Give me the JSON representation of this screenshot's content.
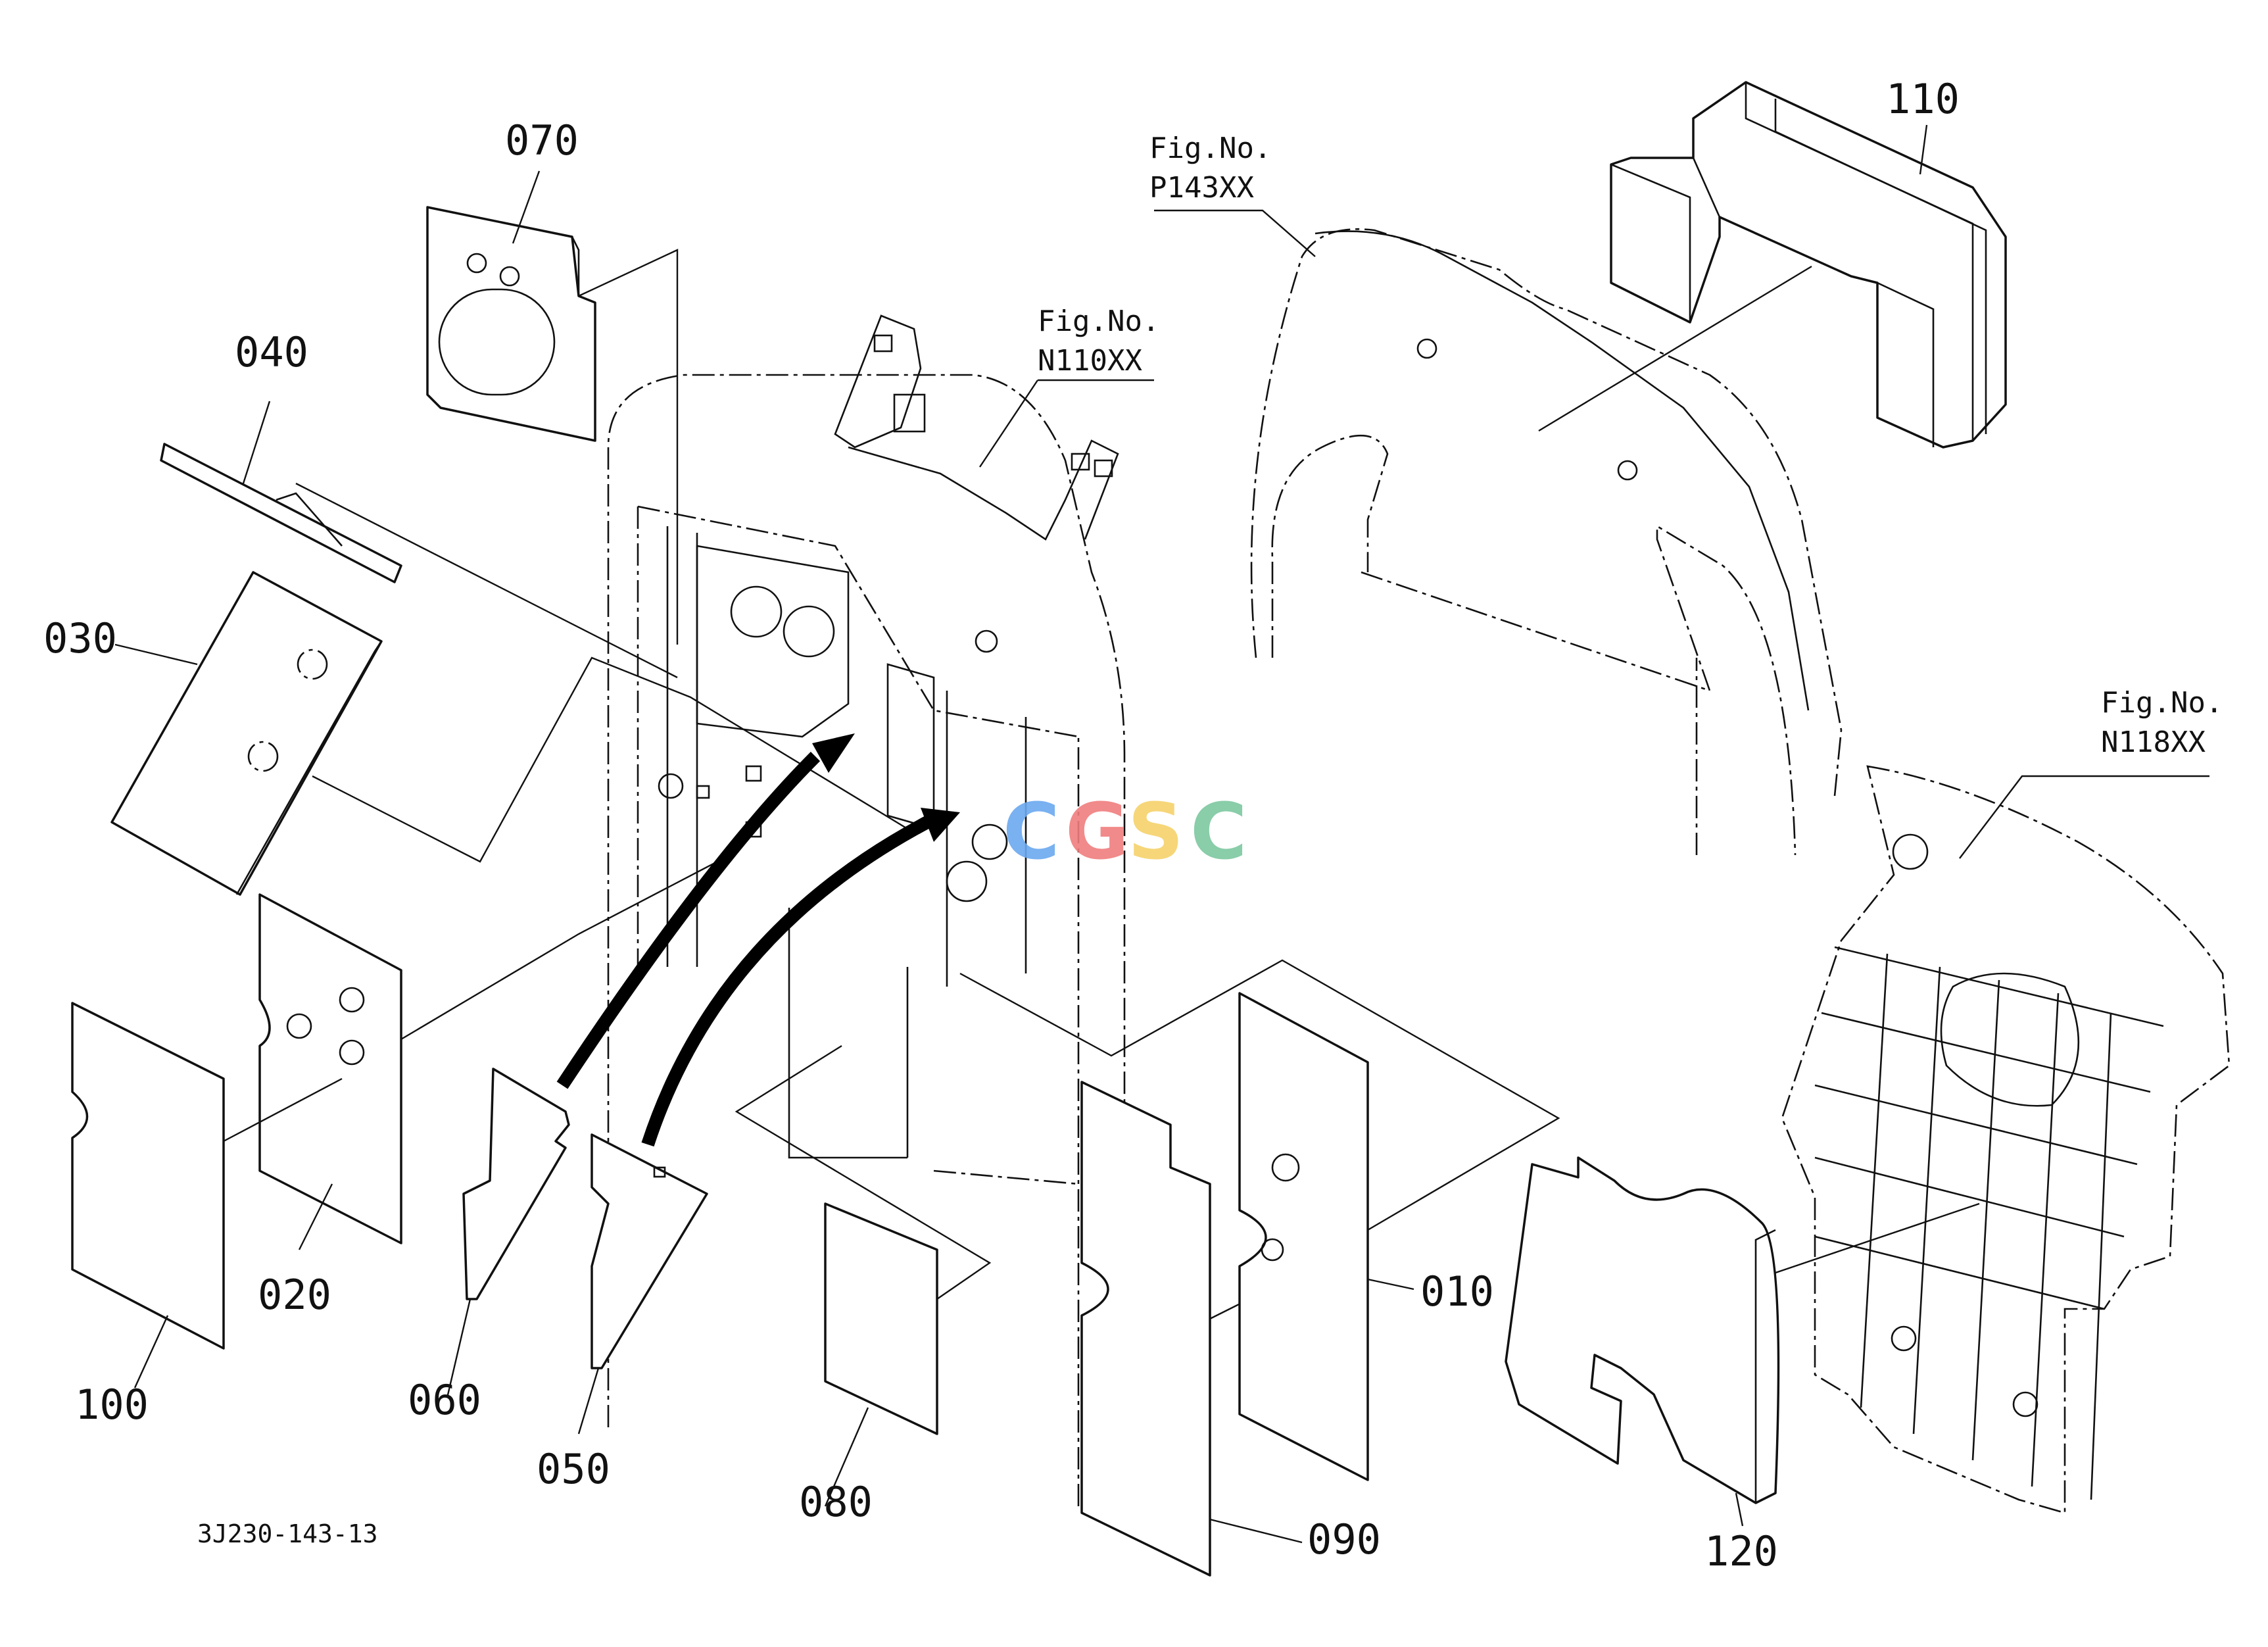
{
  "part_labels": {
    "p070": "070",
    "p040": "040",
    "p030": "030",
    "p020": "020",
    "p100": "100",
    "p060": "060",
    "p050": "050",
    "p080": "080",
    "p090": "090",
    "p010": "010",
    "p110": "110",
    "p120": "120"
  },
  "figure_refs": {
    "ref_n110": {
      "line1": "Fig.No.",
      "line2": "N110XX"
    },
    "ref_p143": {
      "line1": "Fig.No.",
      "line2": "P143XX"
    },
    "ref_n118": {
      "line1": "Fig.No.",
      "line2": "N118XX"
    }
  },
  "drawing_code": "3J230-143-13",
  "watermark": {
    "letters": [
      "C",
      "G",
      "S",
      "C"
    ],
    "colors": [
      "#6aa8f0",
      "#ef7d7d",
      "#f5d26a",
      "#7cc8a0"
    ]
  }
}
